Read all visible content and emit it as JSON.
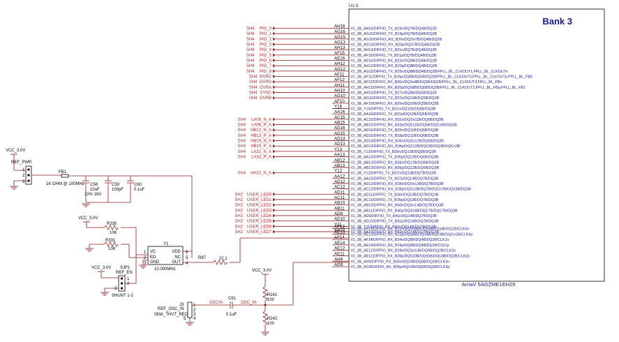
{
  "ic": {
    "ref": "U1-3",
    "bank": "Bank 3",
    "part": "ArriaV 5AGZME1EH29",
    "pins": [
      {
        "num": "AH16",
        "name": "IO_3B_AH16/DIFFIO_TX_B19n/DQ7B/DQ4B/DQ2B",
        "net": "PIO_0",
        "sheet": "SH4"
      },
      {
        "num": "AG16",
        "name": "IO_3B_AG16/DIFFIO_TX_B19p/DQ7B/DQ4B/DQ2B",
        "net": "PIO_1",
        "sheet": "SH4"
      },
      {
        "num": "AG15",
        "name": "IO_3B_AG15/DIFFIO_RX_B20n/DQSn7B/DQ4B/DQ2B",
        "net": "PIO_2",
        "sheet": "SH4"
      },
      {
        "num": "AG13",
        "name": "IO_3B_AG13/DIFFIO_RX_B20p/DQS7B/DQ4B/DQ2B",
        "net": "PIO_3",
        "sheet": "SH4"
      },
      {
        "num": "AH13",
        "name": "IO_3B_AH13/DIFFIO_TX_B21n/DQ7B/DQ4B/DQ2B",
        "net": "PIO_4",
        "sheet": "SH4"
      },
      {
        "num": "AF15",
        "name": "IO_3B_AF15/DIFFIO_TX_B21p/DQ7B/DQ4B/DQ2B",
        "net": "PIO_5",
        "sheet": "SH4"
      },
      {
        "num": "AE16",
        "name": "IO_3B_AE16/DIFFIO_RX_B23n/DQ8B/DQ4B/DQ2B",
        "net": "PIO_6",
        "sheet": "SH4"
      },
      {
        "num": "AH12",
        "name": "IO_3B_AH12/DIFFIO_RX_B23p/DQ8B/DQ4B/DQ2B",
        "net": "PIO_7",
        "sheet": "SH4"
      },
      {
        "num": "AG12",
        "name": "IO_3B_AG12/DIFFIO_TX_B25n/DQ8B/DQ4B/DQ2B/FPLL_BL_CLKOUT1,FPLL_BL_CLKOUTn",
        "net": "PIO_8",
        "sheet": "SH4"
      },
      {
        "num": "AF11",
        "name": "IO_3B_AF11/DIFFIO_TX_B25p/DQ8B/DQ5B/DQ2B/FPLL_BL_CLKOUT0,FPLL_BL_CLKOUTp,FPLL_BL_FB0",
        "net": "OVRC",
        "sheet": "SH4"
      },
      {
        "num": "AF12",
        "name": "IO_3B_AF12/DIFFIO_RX_B26n/DQSn8B/DQ5B/DQ2B/FPLL_BL_CLKOUT3,FPLL_BL_FBn",
        "net": "OVRD",
        "sheet": "SH4"
      },
      {
        "num": "AH11",
        "name": "IO_3B_AH11/DIFFIO_RX_B26p/DQS8B/DQ5B/DQ2B/FPLL_BL_CLKOUT2,FPLL_BL_FBp,FPLL_BL_FB1",
        "net": "OVRA",
        "sheet": "SH4"
      },
      {
        "num": "AH10",
        "name": "IO_3B_AH10/DIFFIO_TX_B27n/DQ8B/DQ5B/DQ2B",
        "net": "SYNC",
        "sheet": "SH4"
      },
      {
        "num": "AG10",
        "name": "IO_3B_AG10/DIFFIO_TX_B27p/DQ10B/DQ5B/DQ2B",
        "net": "OVRB",
        "sheet": "SH4"
      },
      {
        "num": "AF10",
        "name": "IO_3B_AF10/DIFFIO_RX_B29n/DQ10B/DQ5B/DQ2B",
        "net": "",
        "sheet": ""
      },
      {
        "num": "Y16",
        "name": "IO_3B_Y16/DIFFIO_TX_B31n/DQ11B/DQ6B/DQ3B",
        "net": "",
        "sheet": ""
      },
      {
        "num": "AA16",
        "name": "IO_3B_AA16/DIFFIO_TX_B31p/DQ11B/DQ6B/DQ3B",
        "net": "",
        "sheet": ""
      },
      {
        "num": "AC15",
        "name": "IO_3B_AC15/DIFFIO_RX_B32n/DQSn11B/DQ6B/DQ3B",
        "net": "LA08_N_A",
        "sheet": "SH4"
      },
      {
        "num": "AB15",
        "name": "IO_3B_AB15/DIFFIO_RX_B32p/DQS11B/DQ6B/DQCn6B/DQ3B",
        "net": "LA08_P_A",
        "sheet": "SH4"
      },
      {
        "num": "AD16",
        "name": "IO_3B_AD16/DIFFIO_TX_B33n/DQ11B/DQ6B/DQ3B",
        "net": "HB13_N_A",
        "sheet": "SH4"
      },
      {
        "num": "AD15",
        "name": "IO_3B_AD15/DIFFIO_TX_B33p/DQ11B/DQ6B/DQ3B",
        "net": "HB13_P_A",
        "sheet": "SH4"
      },
      {
        "num": "AD14",
        "name": "IO_3B_AD14/DIFFIO_RX_B34n/DQSn12B/DQ6B/DQ3B",
        "net": "HB19_N_A",
        "sheet": "SH4"
      },
      {
        "num": "AD13",
        "name": "IO_3B_AD13/DIFFIO_RX_B34p/DQS12B/DQC6B/DQ3B/DQCn3B",
        "net": "HB19_P_A",
        "sheet": "SH4"
      },
      {
        "num": "Y13",
        "name": "IO_3B_Y13/DIFFIO_TX_B35n/DQ12B/DQ6B/DQ3B",
        "net": "LA32_N_A",
        "sheet": "SH4"
      },
      {
        "num": "AA13",
        "name": "IO_3B_AA13/DIFFIO_TX_B35p/DQ12B/DQ6B/DQ3B",
        "net": "LA32_P_A",
        "sheet": "SH4"
      },
      {
        "num": "AB12",
        "name": "IO_3B_AB12/DIFFIO_RX_B36n/DQ12B/DQ6B/DQ3B",
        "net": "",
        "sheet": ""
      },
      {
        "num": "AB13",
        "name": "IO_3B_AB13/DIFFIO_RX_B36p/DQ12B/DQ6B/DQ3B",
        "net": "",
        "sheet": ""
      },
      {
        "num": "Y12",
        "name": "IO_3B_Y12/DIFFIO_TX_B37n/DQ13B/DQ7B/DQ3B",
        "net": "HA20_N_A",
        "sheet": "SH4"
      },
      {
        "num": "AA12",
        "name": "IO_3B_AA12/DIFFIO_TX_B37p/DQ13B/DQ7B/DQ3B",
        "net": "",
        "sheet": ""
      },
      {
        "num": "AD12",
        "name": "IO_3B_AD12/DIFFIO_RX_B38n/DQSn13B/DQ7B/DQ3B",
        "net": "",
        "sheet": ""
      },
      {
        "num": "AC12",
        "name": "IO_3B_AC12/DIFFIO_RX_B38p/DQS13B/DQ7B/DQCn7B/DQS3B/DQ3B",
        "net": "",
        "sheet": ""
      },
      {
        "num": "AD11",
        "name": "IO_3B_AD11/DIFFIO_TX_B39n/DQ13B/DQ7B/DQ3B",
        "net": "USER_LED0",
        "sheet": "SH2"
      },
      {
        "num": "AC11",
        "name": "IO_3B_AC11/DIFFIO_TX_B39p/DQ13B/DQ7B/DQ3B",
        "net": "USER_LED1",
        "sheet": "SH2"
      },
      {
        "num": "AB10",
        "name": "IO_3B_AB10/DIFFIO_RX_B40n/DQSn14B/DQ7B/DQ3B",
        "net": "USER_LED2",
        "sheet": "SH2"
      },
      {
        "num": "AB11",
        "name": "IO_3B_AB11/DIFFIO_RX_B40p/DQS14B/DQC7B/DQC7B/DQ3B",
        "net": "USER_LED3",
        "sheet": "SH2"
      },
      {
        "num": "AD9",
        "name": "IO_3B_AD9/DIFFIO_TX_B41n/DQ14B/DQ7B/DQ3B",
        "net": "USER_LED4",
        "sheet": "SH2"
      },
      {
        "num": "AD10",
        "name": "IO_3B_AD10/DIFFIO_TX_B41p/DQ14B/DQ7B/DQ3B",
        "net": "USER_LED5",
        "sheet": "SH2"
      },
      {
        "num": "Y11",
        "name": "IO_3B_Y11/DIFFIO_RX_B42n/DQ14B/DQ7B/DQ3B",
        "net": "USER_LED6",
        "sheet": "SH2"
      },
      {
        "num": "AA10",
        "name": "IO_3B_AA10/DIFFIO_RX_B42p/DQ14B/DQ7B/DQ3B",
        "net": "USER_LED7",
        "sheet": "SH2"
      }
    ],
    "pins_lower": [
      {
        "num": "AF13",
        "name": "IO_3B_AF13/DIFFIO_RX_B22n/DQSn8B/DQSn4B/DQ4B/DQ2B/CLK0n"
      },
      {
        "num": "AE13",
        "name": "IO_3B_AE13/DIFFIO_RX_B22p/DQS8B/DQS4B/DQC8B/DQCn2B/CLK0p"
      },
      {
        "num": "AF14",
        "name": "IO_3B_AF14/DIFFIO_RX_B24n/DQ8B/DQ4B/DQ2B/CLK1n"
      },
      {
        "num": "AE14",
        "name": "IO_3B_AE14/DIFFIO_RX_B24p/DQ8B/DQ4B/DQ2B/CLK1p"
      },
      {
        "num": "AE12",
        "name": "IO_3B_AE12/DIFFIO_RX_B28n/DQSn10B/DQ5B/DQ2B/CLK2n"
      },
      {
        "num": "AE11",
        "name": "IO_3B_AE11/DIFFIO_RX_B28p/DQS10B/DQS5B/DQC8B/DQ2B/CLK2p"
      },
      {
        "num": "AH9",
        "name": "IO_3B_AH9/DIFFIO_RX_B30n/DQ10B/DQ5B/DQ2B/CLK3n"
      },
      {
        "num": "AG9",
        "name": "IO_3B_AG9/DIFFIO_RX_B30p/DQ10B/DQ5B/DQ2B/CLK3p"
      }
    ]
  },
  "clock": {
    "vcc_top": "VCC_3.0V",
    "jumper_ref": "REF_PWR",
    "jumper_pins": [
      "1",
      "2",
      "3"
    ],
    "fb1_ref": "FB1",
    "fb1_val": "1K OHM @ 100MHz",
    "c58_ref": "C58",
    "c58_val1": "10uF",
    "c58_val2": "10% 16V",
    "c59_ref": "C59",
    "c59_val": "100pF",
    "c60_ref": "C60",
    "c60_val": "0.1uF",
    "vcc_mid": "VCC_3.0V",
    "r330_ref": "R330",
    "r330_val": "10K",
    "r331_ref": "R331",
    "r331_val": "10K",
    "y1_ref": "Y1",
    "y1_vc": "VC",
    "y1_ed": "ED",
    "y1_gnd": "GND",
    "y1_vdd": "VDD",
    "y1_nc": "NC",
    "y1_out": "OUT",
    "y1_freq": "10.000MHz",
    "y1_pins": [
      "1",
      "2",
      "3",
      "4",
      "5",
      "6"
    ],
    "r87_ref": "R87",
    "r87_val": "22.1",
    "vcc_sj": "VCC_3.0V",
    "sjp1_ref": "SJP1",
    "sjp1_name": "REF_EN",
    "sjp1_pins": [
      "1",
      "2",
      "3"
    ],
    "shunt": "SHUNT 1-2",
    "vcc_osc": "VCC_3.0V",
    "r241_ref": "R241",
    "r241_val": "100",
    "r242_ref": "R242",
    "r242_val": "100",
    "j3_ref": "J3",
    "j3_name": "REF_OSC_IN",
    "j3_part": "SMA_THVT_REC",
    "j3_pins": [
      "1",
      "2",
      "3",
      "4",
      "5"
    ],
    "c61_ref": "C61",
    "c61_val": "0.1uF",
    "net_oscin": "OSCIN",
    "net_oscin2": "OSC_IN"
  }
}
